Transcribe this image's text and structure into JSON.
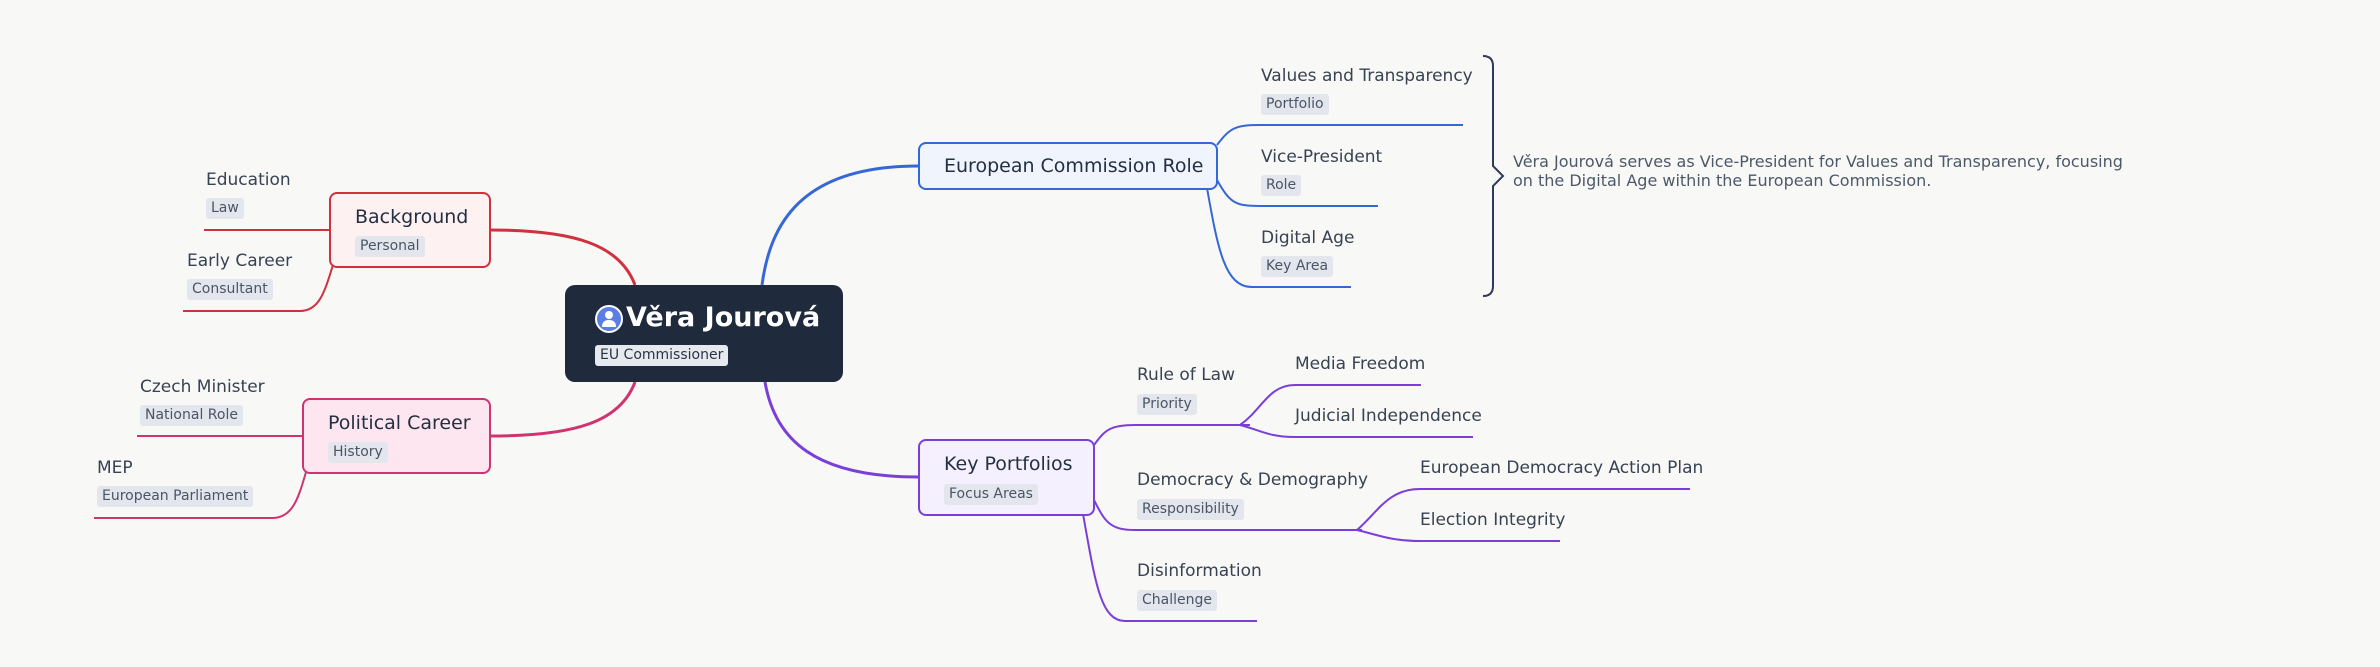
{
  "root": {
    "title": "Věra Jourová",
    "tag": "EU Commissioner",
    "icon": "user-icon"
  },
  "colors": {
    "background": "#f8f8f7",
    "root": "#1f2a3c",
    "background_branch": "#d0313e",
    "political_branch": "#cf3471",
    "commission_branch": "#3567d6",
    "portfolios_branch": "#7a3fd9",
    "bracket": "#2f3a5c"
  },
  "branches": {
    "background": {
      "title": "Background",
      "tag": "Personal",
      "children": [
        {
          "title": "Education",
          "tag": "Law"
        },
        {
          "title": "Early Career",
          "tag": "Consultant"
        }
      ]
    },
    "political": {
      "title": "Political Career",
      "tag": "History",
      "children": [
        {
          "title": "Czech Minister",
          "tag": "National Role"
        },
        {
          "title": "MEP",
          "tag": "European Parliament"
        }
      ]
    },
    "commission": {
      "title": "European Commission Role",
      "children": [
        {
          "title": "Values and Transparency",
          "tag": "Portfolio"
        },
        {
          "title": "Vice-President",
          "tag": "Role"
        },
        {
          "title": "Digital Age",
          "tag": "Key Area"
        }
      ],
      "summary": "Věra Jourová serves as Vice-President for Values and Transparency, focusing on the Digital Age within the European Commission."
    },
    "portfolios": {
      "title": "Key Portfolios",
      "tag": "Focus Areas",
      "children": [
        {
          "title": "Rule of Law",
          "tag": "Priority",
          "children": [
            {
              "title": "Media Freedom"
            },
            {
              "title": "Judicial Independence"
            }
          ]
        },
        {
          "title": "Democracy & Demography",
          "tag": "Responsibility",
          "children": [
            {
              "title": "European Democracy Action Plan"
            },
            {
              "title": "Election Integrity"
            }
          ]
        },
        {
          "title": "Disinformation",
          "tag": "Challenge"
        }
      ]
    }
  }
}
